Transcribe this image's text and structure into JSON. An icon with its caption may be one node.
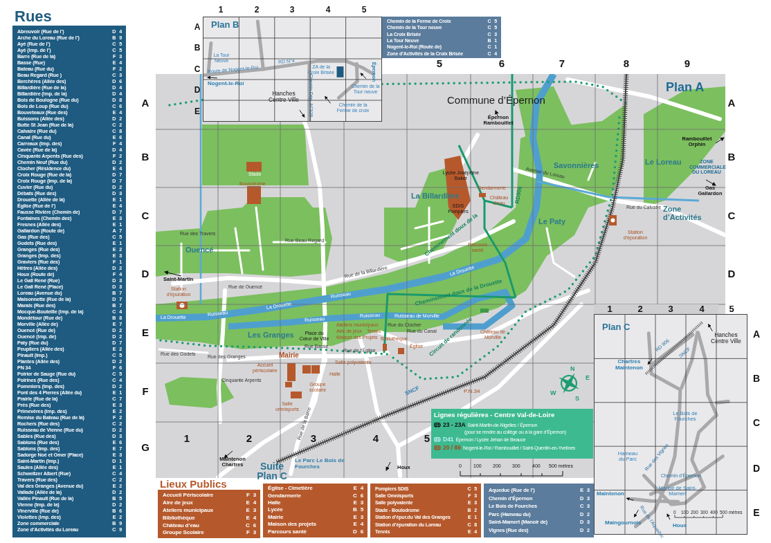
{
  "diagram": {
    "nodes": [
      {
        "text": [
          "Rues",
          "Abreuvoir (Rue de l’)",
          "D 4",
          "Arche du Loreau (Rue de l’)",
          "B 9",
          "Ayé (Rue de l’)",
          "C 5",
          "Ayé (Imp. de l’)",
          "C 5",
          "Barre (Rue de la)",
          "F 3",
          "Basse (Rue)",
          "E 4",
          "Bateau (Rue du)",
          "F 2",
          "Beau Regard (Rue )",
          "C 3",
          "Berchères (Allée des)",
          "D 6",
          "Billardière (Rue de la)",
          "D 4",
          "Billardière (Imp. de la)",
          "D 4",
          "Bois de Boulogne (Rue du)",
          "D 8",
          "Bois de Loup (Rue du)",
          "C 6",
          "Bouveteaux (Rue des)",
          "E 4",
          "Buissons (Allée des)",
          "D 2",
          "Butte St Jean (Rue de la)",
          "C 2",
          "Calvaire (Rue du)",
          "C 8",
          "Canal (Rue du)",
          "E 6",
          "Carreaux (Imp. des)",
          "F 4",
          "Cavée (Rue de la)",
          "D 4",
          "Cinquante Arpents (Rue des)",
          "F 2",
          "Chemin Neuf (Rue du)",
          "D 2",
          "Clocher (Résidence du)",
          "E 4",
          "Croix Rouge (Rue de la)",
          "D 7",
          "Croix Rouge (Imp. de la)",
          "D 7",
          "Cuvier (Rue du)",
          "D 2",
          "Débats (Rue des)",
          "D 3",
          "Drouette (Allée de la)",
          "E 1",
          "Église (Rue de l’)",
          "E 4",
          "Fausse Rivière (Chemin de)",
          "D 7",
          "Fontaines (Chemin des)",
          "E 3",
          "Fresnes (Allée des)",
          "E 1",
          "Gallardon (Route de)",
          "A 7",
          "Gas (Rue des)",
          "C 5",
          "Godets (Rue des)",
          "E 1",
          "Granges (Rue des)",
          "E 2",
          "Granges (Imp. des)",
          "E 3",
          "Graviers (Rue des)",
          "F 1",
          "Hêtres (Allée des)",
          "D 2",
          "Houx (Route de)",
          "F 4",
          "Le Gall René (Rue)",
          "D 3",
          "Le Gall René (Place)",
          "D 3",
          "Loreau (Avenue du)",
          "B 7",
          "Maisonnette (Rue de la)",
          "D 7",
          "Marais (Rue des)",
          "B 7",
          "Mocque-Bouteille (Imp. de la)",
          "C 4",
          "Mondétour (Rue de)",
          "B 8",
          "Morville (Allée de)",
          "E 7",
          "Ouencé (Rue de)",
          "D 2",
          "Ouencé (Imp. de)",
          "D 2",
          "Paty (Rue du)",
          "D 7",
          "Peupliers (Allée des)",
          "E 2",
          "Pinault (Imp.)",
          "C 5",
          "Plantes (Allée des)",
          "D 2",
          "PN 34",
          "F 6",
          "Poirier de Sauge (Rue du)",
          "C 5",
          "Poirines (Rue des)",
          "C 4",
          "Pommiers (Imp. des)",
          "D 2",
          "Pont des 4 Pierres (Allée du)",
          "E 1",
          "Prairie (Rue de la)",
          "C 7",
          "Prés (Rue des)",
          "E 3",
          "Primevères (Imp. des)",
          "E 2",
          "Remise du Bateau (Rue de la)",
          "F 2",
          "Rochers (Rue des)",
          "C 2",
          "Ruisseau de Vienne (Rue du)",
          "D 2",
          "Sables (Rue des)",
          "D 3",
          "Sablons (Rue des)",
          "E 6",
          "Sablons (Imp. des)",
          "E 7",
          "Sadorge Noé et Omer (Place)",
          "E 3",
          "Saint-Martin (Imp.)",
          "D 1",
          "Saules (Allée des)",
          "E 1",
          "Schweitzer Albert (Rue)",
          "C 4",
          "Travers (Rue des)",
          "C 2",
          "Val des Granges (Avenue du)",
          "E 2",
          "Vallade (Allée de la)",
          "D 2",
          "Vallée Pinault (Rue de la)",
          "B 5",
          "Vienne (Imp. de la)",
          "D 2",
          "Vinerville (Rue de)",
          "B 6",
          "Violettes (Imp. des)",
          "E 2",
          "Zone commerciale",
          "B 9",
          "Zone d’Activités du Loreau",
          "C 9"
        ]
      },
      {
        "text": [
          "Plan B",
          "La Tour Neuve",
          "Route de Nogent-le-Roi",
          "RD N°4",
          "ZA de la Croix Brisée",
          "Épernon",
          "Nogent-le-Roi",
          "Hanches Centre Ville",
          "Chemin de la Tour neuve",
          "Chemin de la Ferme de croix",
          "Chemin Dép. N°328"
        ]
      },
      {
        "text": [
          "Chemin de la Ferme de Croix",
          "C 5",
          "Chemin de la Tour neuve",
          "C 5",
          "La Croix Brisée",
          "C 3",
          "La Tour Neuve",
          "B 1",
          "Nogent-le-Roi (Route de)",
          "C 1",
          "Zone d’Activités de la Croix Brisée",
          "C 4"
        ]
      },
      {
        "text": [
          "Plan A",
          "Commune d’Épernon",
          "Épernon Rambouillet",
          "Rambouillet Orphin",
          "ZONE COMMERCIALE DU LOREAU",
          "Gas Gallardon",
          "Savonnières",
          "Le Loreau",
          "Zone d’Activités",
          "Le Paty",
          "La Billardière",
          "Lycée Joséphine Baker",
          "Gendarmerie",
          "Château d’eau",
          "SDIS Pompiers",
          "Parcours santé",
          "Station d’épuration",
          "Stade",
          "Boulodrome",
          "Ouencé",
          "Saint-Martin",
          "Station d’épuration",
          "La Drouette",
          "La Drouette",
          "Ruisseau",
          "Ruisseau",
          "Ruisseau",
          "Ruisseau",
          "Ruisseau de Morville",
          "La Drouette",
          "Cheminement doux de la Drouette",
          "Cheminement doux de la",
          "RD906",
          "Les Granges",
          "Place du Cœur de Ville",
          "Ateliers municipaux",
          "Aire de jeux",
          "Tennis",
          "Maison des Projets",
          "Bibliothèque",
          "Église",
          "Château de Morville",
          "Mairie",
          "Salle polyvalente",
          "Halle",
          "Accueil périscolaire",
          "Groupe scolaire",
          "Salle omnisports",
          "Circuit de randonnée",
          "SNCF",
          "P.N.34",
          "Maintenon Chartres",
          "Suite Plan C",
          "Le Parc Le Bois de Fourches",
          "Houx",
          "Rue des Travers",
          "Rue Beau Regard",
          "Rue de Ouencé",
          "Rue des Godets",
          "Rue des Granges",
          "Rue de l’Église",
          "Rue Basse",
          "Rue du Clocher",
          "Rue du Canal",
          "Rue de la Billardière",
          "Avenue du Loreau",
          "Rue du Calvaire",
          "Cinquante Arpents",
          "Rue de la Barre",
          "N",
          "E",
          "S",
          "W",
          "0",
          "100",
          "200",
          "300",
          "400",
          "500 mètres"
        ]
      },
      {
        "text": [
          "Lignes régulières - Centre Val-de-Loire",
          "23 - 23A",
          "Saint-Martin-de-Nigelles / Épernon",
          "(pour se rendre au collège ou à la gare d’Épernon)",
          "D41",
          "Épernon / Lycée Jehan de Beauce",
          "20 / 89",
          "Nogent-le-Roi / Rambouillet / Saint-Quentin-en-Yvelines"
        ],
        "in": 3
      },
      {
        "text": [
          "Lieux Publics",
          "Accueil Périscolaire",
          "F 3",
          "Aire de jeux",
          "E 4",
          "Ateliers municipaux",
          "E 3",
          "Bibliothèque",
          "E 4",
          "Château d’eau",
          "C 6",
          "Groupe Scolaire",
          "F 3"
        ]
      },
      {
        "text": [
          "Église - Cimetière",
          "E 4",
          "Gendarmerie",
          "C 6",
          "Halle",
          "E 3",
          "Lycée",
          "B 5",
          "Mairie",
          "E 3",
          "Maison des projets",
          "E 4",
          "Parcours santé",
          "D 6"
        ]
      },
      {
        "text": [
          "Pompiers SDIS",
          "C 5",
          "Salle Omnisports",
          "F 3",
          "Salle polyvalente",
          "E 3",
          "Stade - Boulodrome",
          "B 2",
          "Station d’épur.du Val des Granges",
          "E 1",
          "Station d’épuration du Loreau",
          "C 8",
          "Tennis",
          "E 4"
        ]
      },
      {
        "text": [
          "Aqueduc (Rue de l’)",
          "E 3",
          "Chemin d’Épernon",
          "D 3",
          "Le Bois de Fourches",
          "C 3",
          "Parc (Hameau du)",
          "D 2",
          "Saint-Mamert (Manoir de)",
          "D 3",
          "Vignes (Rue des)",
          "D 2"
        ]
      },
      {
        "text": [
          "Plan C",
          "Hanches Centre Ville",
          "Chartres Maintenon",
          "RD 906",
          "SNCF",
          "Le Bois de Fourches",
          "Hameau du Parc",
          "Rue des Vignes",
          "Chemin d’Épernon",
          "Manoir de Saint-Mamert",
          "Maintenon",
          "Maingournois",
          "Houx",
          "Rue de l’Aqueduc",
          "0",
          "100",
          "200",
          "300",
          "400",
          "500 mètres"
        ]
      }
    ],
    "labels": [
      "1",
      "2",
      "3",
      "4",
      "5",
      "A",
      "B",
      "C",
      "D",
      "E",
      "5",
      "6",
      "7",
      "8",
      "9",
      "A",
      "B",
      "C",
      "D",
      "E",
      "F",
      "G",
      "A",
      "B",
      "C",
      "D",
      "1",
      "2",
      "3",
      "4",
      "5",
      "A",
      "B",
      "C",
      "D",
      "E",
      "1",
      "2",
      "3",
      "4",
      "5"
    ]
  }
}
